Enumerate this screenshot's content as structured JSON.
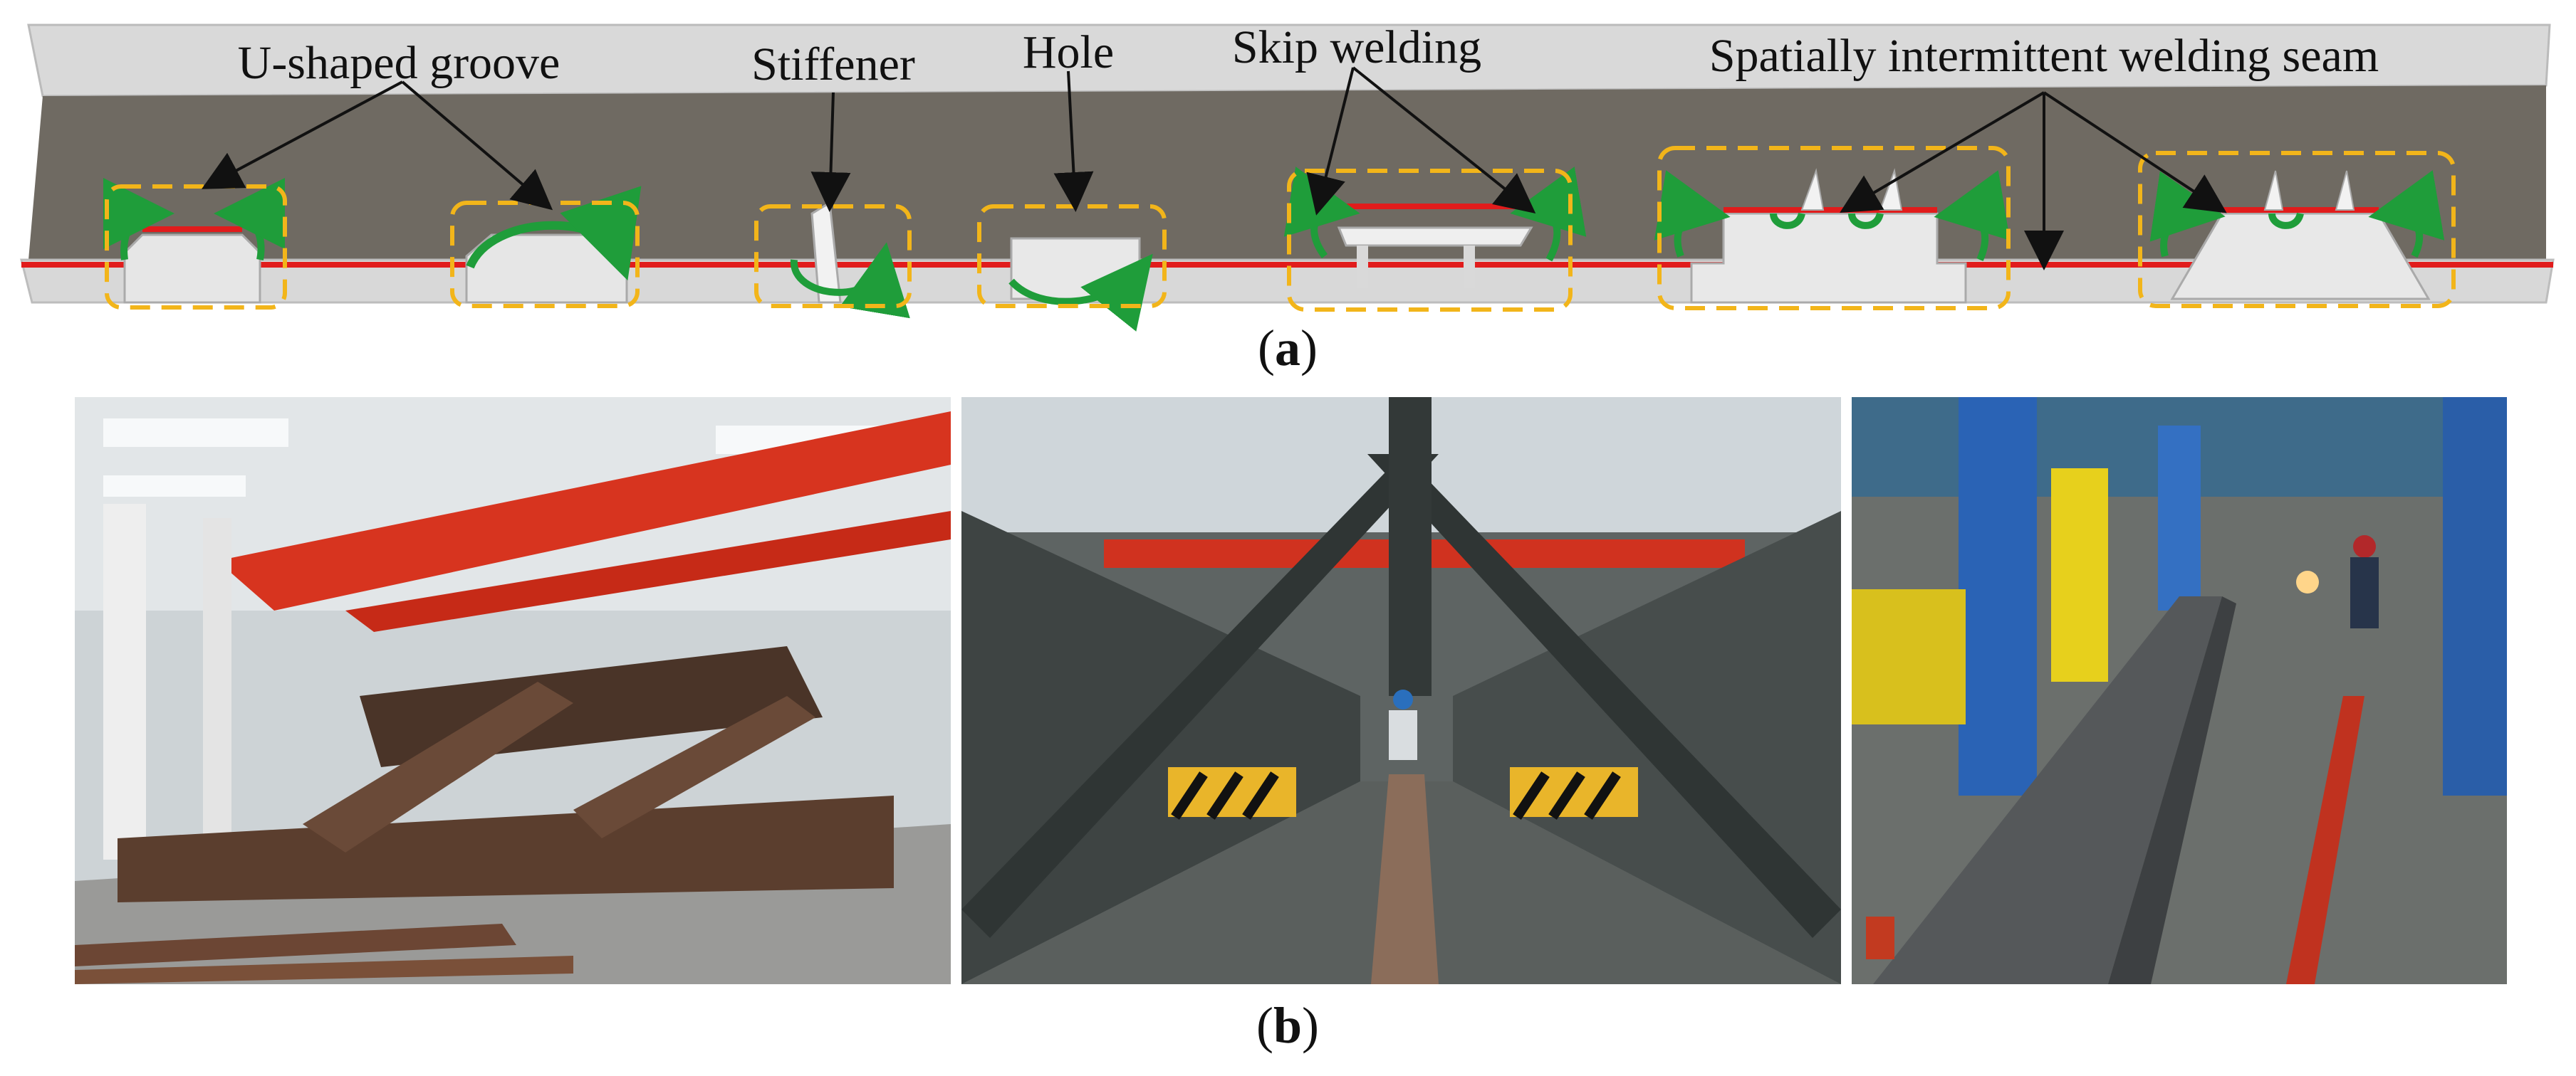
{
  "figure_a": {
    "labels": {
      "u_groove": "U-shaped groove",
      "stiffener": "Stiffener",
      "hole": "Hole",
      "skip_welding": "Skip welding",
      "spatial_seam": "Spatially intermittent welding seam"
    },
    "colors": {
      "web": "#6f6a62",
      "flange_top": "#d8d8d8",
      "flange_edge": "#bdbdbd",
      "weld_seam": "#e11c1c",
      "arrow_green": "#1f9d3a",
      "dashed_box": "#f2b51a"
    }
  },
  "captions": {
    "a_open": "(",
    "a_letter": "a",
    "a_close": ")",
    "b_open": "(",
    "b_letter": "b",
    "b_close": ")"
  },
  "photos": [
    {
      "name": "photo-large-steel-structure",
      "description_icon": "factory-crane-photo"
    },
    {
      "name": "photo-box-girder-interior",
      "description_icon": "girder-interior-photo"
    },
    {
      "name": "photo-welding-line",
      "description_icon": "welding-line-photo"
    }
  ]
}
